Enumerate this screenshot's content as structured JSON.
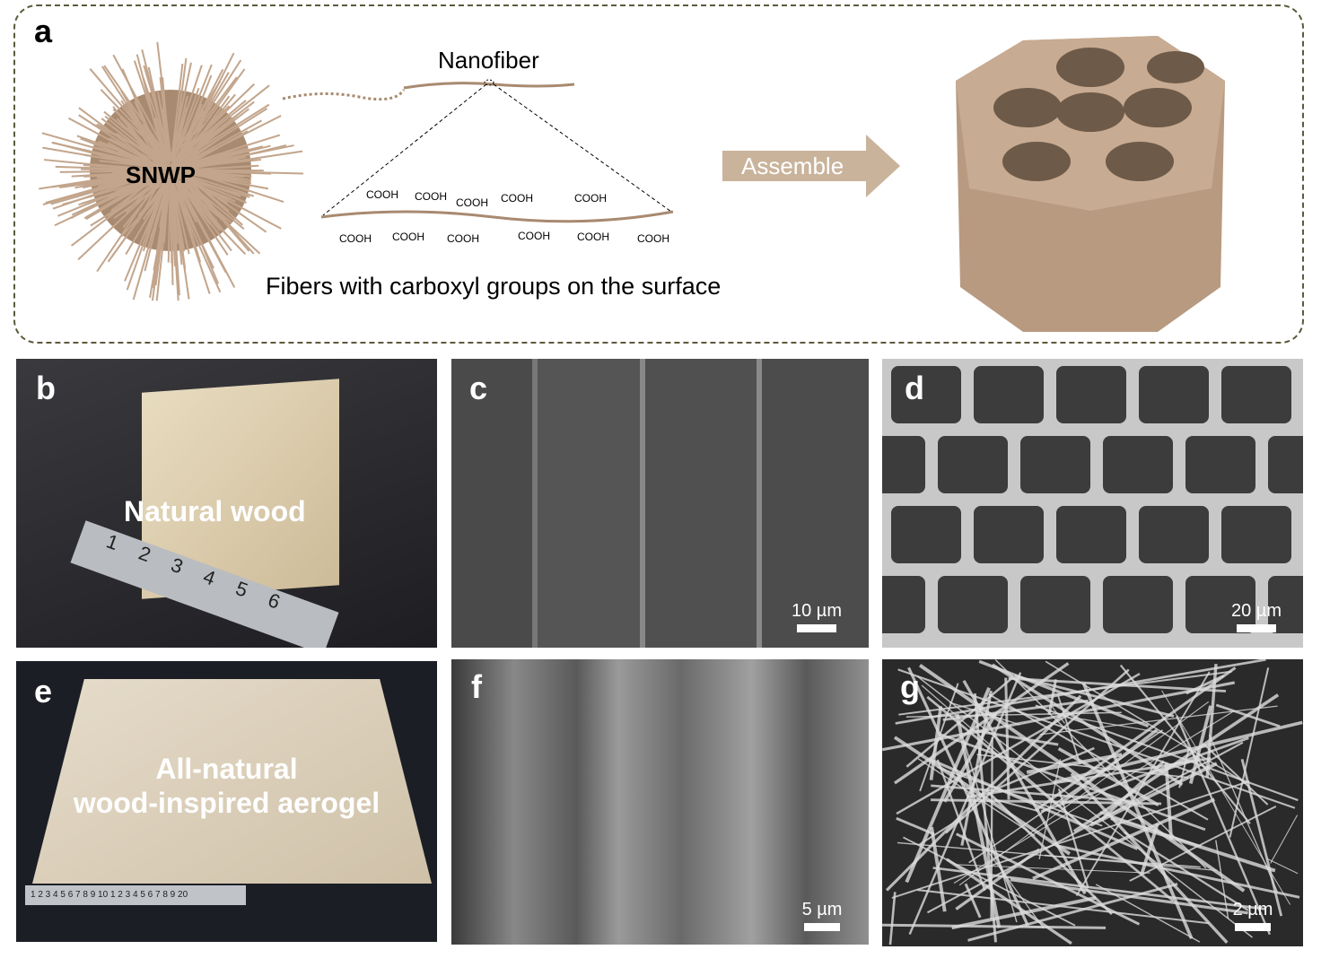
{
  "panel_a": {
    "label": "a",
    "ball_label": "SNWP",
    "nanofiber_label": "Nanofiber",
    "group": "COOH",
    "caption": "Fibers with carboxyl groups on the surface",
    "arrow_label": "Assemble"
  },
  "panel_b": {
    "label": "b",
    "text": "Natural wood",
    "ruler": "1 2 3 4 5 6"
  },
  "panel_c": {
    "label": "c",
    "scale": "10 µm"
  },
  "panel_d": {
    "label": "d",
    "scale": "20 µm"
  },
  "panel_e": {
    "label": "e",
    "text_line1": "All-natural",
    "text_line2": "wood-inspired aerogel",
    "ruler": "1 2 3 4 5 6 7 8 9 10 1 2 3 4 5 6 7 8 9 20"
  },
  "panel_f": {
    "label": "f",
    "scale": "5 µm"
  },
  "panel_g": {
    "label": "g",
    "scale": "2 µm"
  },
  "colors": {
    "fiber": "#b89a80",
    "border": "#5c5a3c",
    "arrow": "#c9b39b"
  }
}
